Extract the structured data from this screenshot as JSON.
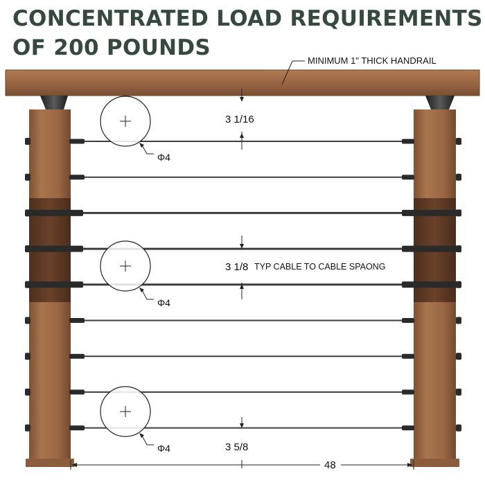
{
  "title": {
    "line1": "CONCENTRATED LOAD REQUIREMENTS",
    "line2": "OF 200 POUNDS"
  },
  "handrail": {
    "label": "MINIMUM 1\" THICK HANDRAIL"
  },
  "dimensions": {
    "top_spacing": "3 1/16",
    "cable_spacing": "3 1/8",
    "cable_spacing_note": "TYP CABLE TO CABLE SPAONG",
    "bottom_spacing": "3 5/8",
    "post_span": "48"
  },
  "test_spheres": [
    {
      "diameter_label": "Φ4"
    },
    {
      "diameter_label": "Φ4"
    },
    {
      "diameter_label": "Φ4"
    }
  ],
  "cable_count": 9,
  "colors": {
    "title": "#35493f",
    "wood": "#9c6a45",
    "wood_dark": "#5e3a25",
    "cable": "#3d3d3d",
    "hardware": "#2a2a2a"
  }
}
